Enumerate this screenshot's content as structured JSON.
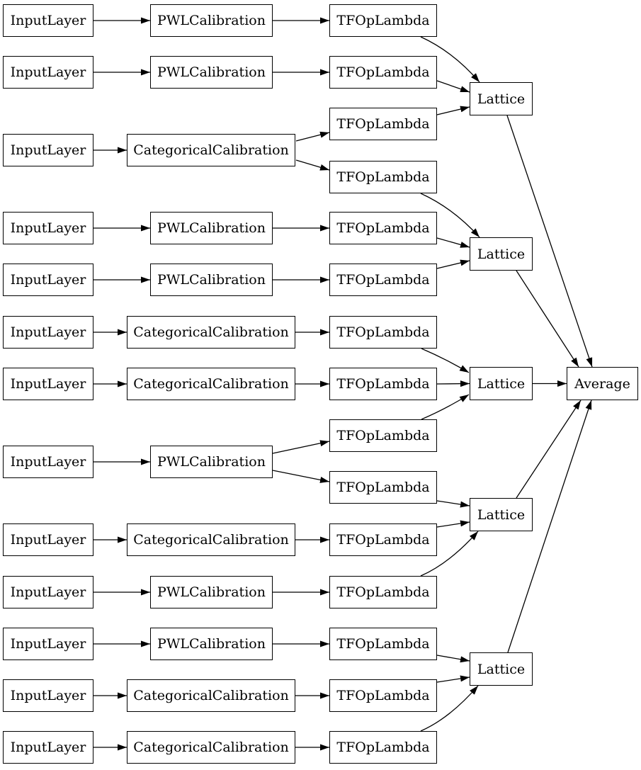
{
  "diagram": {
    "title": "",
    "background": "#ffffff",
    "stroke_color": "#000000",
    "text_color": "#000000",
    "node_fill": "#ffffff",
    "nodes": [
      {
        "id": "in1",
        "label": "InputLayer"
      },
      {
        "id": "in2",
        "label": "InputLayer"
      },
      {
        "id": "in3",
        "label": "InputLayer"
      },
      {
        "id": "in4",
        "label": "InputLayer"
      },
      {
        "id": "in5",
        "label": "InputLayer"
      },
      {
        "id": "in6",
        "label": "InputLayer"
      },
      {
        "id": "in7",
        "label": "InputLayer"
      },
      {
        "id": "in8",
        "label": "InputLayer"
      },
      {
        "id": "in9",
        "label": "InputLayer"
      },
      {
        "id": "in10",
        "label": "InputLayer"
      },
      {
        "id": "in11",
        "label": "InputLayer"
      },
      {
        "id": "in12",
        "label": "InputLayer"
      },
      {
        "id": "in13",
        "label": "InputLayer"
      },
      {
        "id": "cal1",
        "label": "PWLCalibration"
      },
      {
        "id": "cal2",
        "label": "PWLCalibration"
      },
      {
        "id": "cal3",
        "label": "CategoricalCalibration"
      },
      {
        "id": "cal4",
        "label": "PWLCalibration"
      },
      {
        "id": "cal5",
        "label": "PWLCalibration"
      },
      {
        "id": "cal6",
        "label": "CategoricalCalibration"
      },
      {
        "id": "cal7",
        "label": "CategoricalCalibration"
      },
      {
        "id": "cal8",
        "label": "PWLCalibration"
      },
      {
        "id": "cal9",
        "label": "CategoricalCalibration"
      },
      {
        "id": "cal10",
        "label": "PWLCalibration"
      },
      {
        "id": "cal11",
        "label": "PWLCalibration"
      },
      {
        "id": "cal12",
        "label": "CategoricalCalibration"
      },
      {
        "id": "cal13",
        "label": "CategoricalCalibration"
      },
      {
        "id": "tf1",
        "label": "TFOpLambda"
      },
      {
        "id": "tf2",
        "label": "TFOpLambda"
      },
      {
        "id": "tf3",
        "label": "TFOpLambda"
      },
      {
        "id": "tf4",
        "label": "TFOpLambda"
      },
      {
        "id": "tf5",
        "label": "TFOpLambda"
      },
      {
        "id": "tf6",
        "label": "TFOpLambda"
      },
      {
        "id": "tf7",
        "label": "TFOpLambda"
      },
      {
        "id": "tf8",
        "label": "TFOpLambda"
      },
      {
        "id": "tf9",
        "label": "TFOpLambda"
      },
      {
        "id": "tf10",
        "label": "TFOpLambda"
      },
      {
        "id": "tf11",
        "label": "TFOpLambda"
      },
      {
        "id": "tf12",
        "label": "TFOpLambda"
      },
      {
        "id": "tf13",
        "label": "TFOpLambda"
      },
      {
        "id": "tf14",
        "label": "TFOpLambda"
      },
      {
        "id": "tf15",
        "label": "TFOpLambda"
      },
      {
        "id": "lat1",
        "label": "Lattice"
      },
      {
        "id": "lat2",
        "label": "Lattice"
      },
      {
        "id": "lat3",
        "label": "Lattice"
      },
      {
        "id": "lat4",
        "label": "Lattice"
      },
      {
        "id": "lat5",
        "label": "Lattice"
      },
      {
        "id": "avg",
        "label": "Average"
      }
    ],
    "edges": [
      {
        "from": "in1",
        "to": "cal1"
      },
      {
        "from": "in2",
        "to": "cal2"
      },
      {
        "from": "in3",
        "to": "cal3"
      },
      {
        "from": "in4",
        "to": "cal4"
      },
      {
        "from": "in5",
        "to": "cal5"
      },
      {
        "from": "in6",
        "to": "cal6"
      },
      {
        "from": "in7",
        "to": "cal7"
      },
      {
        "from": "in8",
        "to": "cal8"
      },
      {
        "from": "in9",
        "to": "cal9"
      },
      {
        "from": "in10",
        "to": "cal10"
      },
      {
        "from": "in11",
        "to": "cal11"
      },
      {
        "from": "in12",
        "to": "cal12"
      },
      {
        "from": "in13",
        "to": "cal13"
      },
      {
        "from": "cal1",
        "to": "tf1"
      },
      {
        "from": "cal2",
        "to": "tf2"
      },
      {
        "from": "cal3",
        "to": "tf3"
      },
      {
        "from": "cal3",
        "to": "tf4"
      },
      {
        "from": "cal4",
        "to": "tf5"
      },
      {
        "from": "cal5",
        "to": "tf6"
      },
      {
        "from": "cal6",
        "to": "tf7"
      },
      {
        "from": "cal7",
        "to": "tf8"
      },
      {
        "from": "cal8",
        "to": "tf9"
      },
      {
        "from": "cal8",
        "to": "tf10"
      },
      {
        "from": "cal9",
        "to": "tf11"
      },
      {
        "from": "cal10",
        "to": "tf12"
      },
      {
        "from": "cal11",
        "to": "tf13"
      },
      {
        "from": "cal12",
        "to": "tf14"
      },
      {
        "from": "cal13",
        "to": "tf15"
      },
      {
        "from": "tf1",
        "to": "lat1"
      },
      {
        "from": "tf2",
        "to": "lat1"
      },
      {
        "from": "tf3",
        "to": "lat1"
      },
      {
        "from": "tf4",
        "to": "lat2"
      },
      {
        "from": "tf5",
        "to": "lat2"
      },
      {
        "from": "tf6",
        "to": "lat2"
      },
      {
        "from": "tf7",
        "to": "lat3"
      },
      {
        "from": "tf8",
        "to": "lat3"
      },
      {
        "from": "tf9",
        "to": "lat3"
      },
      {
        "from": "tf10",
        "to": "lat4"
      },
      {
        "from": "tf11",
        "to": "lat4"
      },
      {
        "from": "tf12",
        "to": "lat4"
      },
      {
        "from": "tf13",
        "to": "lat5"
      },
      {
        "from": "tf14",
        "to": "lat5"
      },
      {
        "from": "tf15",
        "to": "lat5"
      },
      {
        "from": "lat1",
        "to": "avg"
      },
      {
        "from": "lat2",
        "to": "avg"
      },
      {
        "from": "lat3",
        "to": "avg"
      },
      {
        "from": "lat4",
        "to": "avg"
      },
      {
        "from": "lat5",
        "to": "avg"
      }
    ]
  }
}
